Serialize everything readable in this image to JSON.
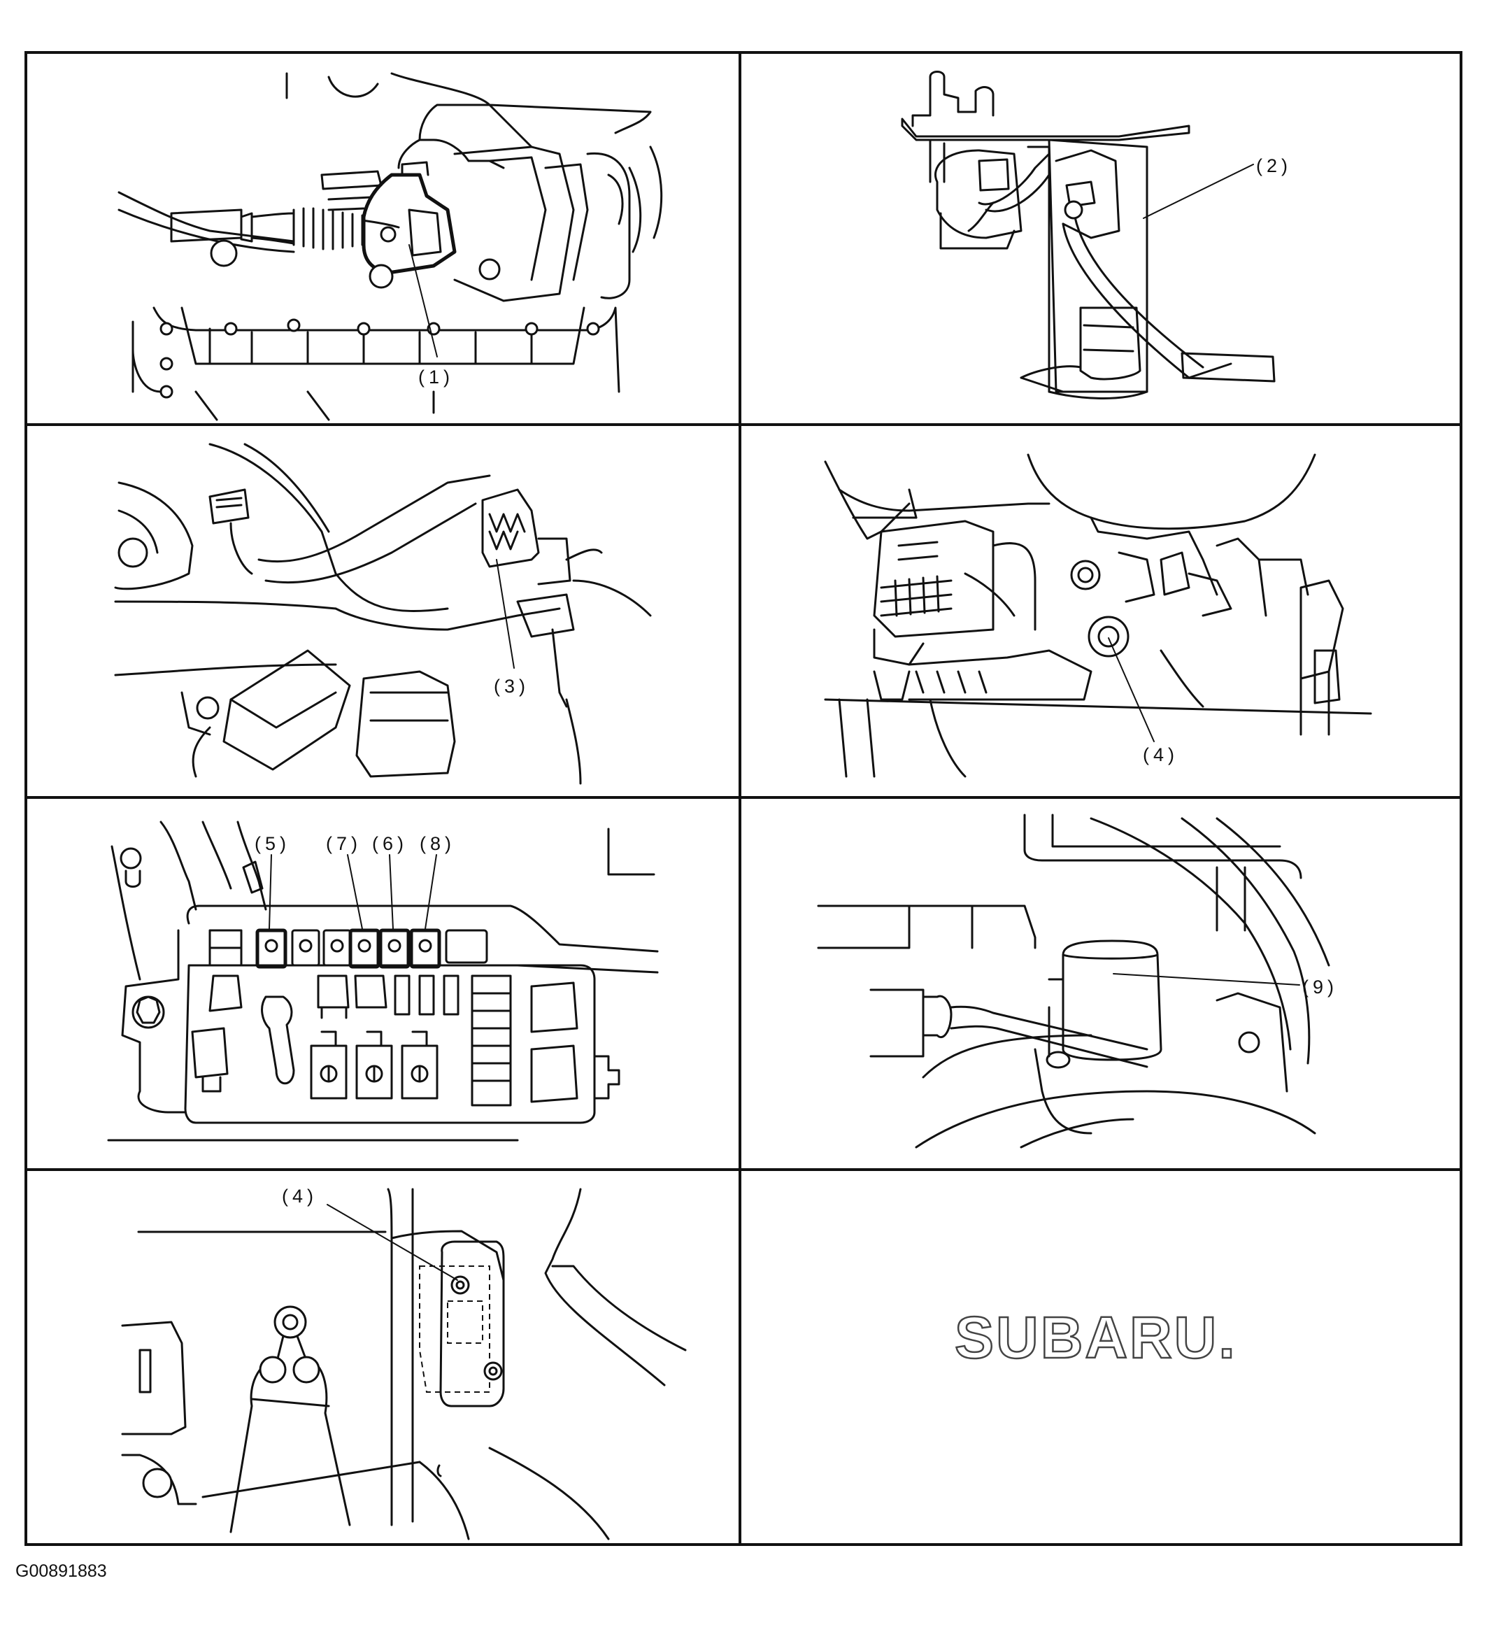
{
  "callouts": {
    "c1": "(1)",
    "c2": "(2)",
    "c3": "(3)",
    "c4a": "(4)",
    "c5": "(5)",
    "c7": "(7)",
    "c6": "(6)",
    "c8": "(8)",
    "c9": "(9)",
    "c4b": "(4)"
  },
  "logo_text": "SUBARU.",
  "image_id": "G00891883"
}
